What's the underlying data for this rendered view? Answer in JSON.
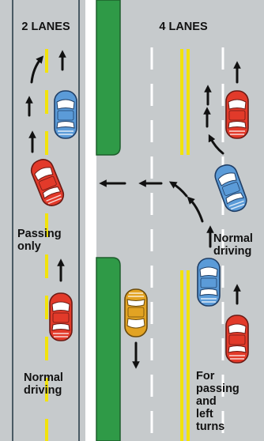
{
  "headings": {
    "two_lanes": "2 LANES",
    "four_lanes": "4 LANES"
  },
  "labels": {
    "passing_only": [
      "Passing",
      "only"
    ],
    "normal_driving_left": [
      "Normal",
      "driving"
    ],
    "normal_driving_right": [
      "Normal",
      "driving"
    ],
    "for_passing_and_left_turns": [
      "For",
      "passing",
      "and",
      "left",
      "turns"
    ]
  },
  "colors": {
    "road": "#c6cacc",
    "divider_strip": "#ffffff",
    "median": "#2f9a47",
    "edge_line": "#4a5a64",
    "lane_marking_white": "#ffffff",
    "lane_marking_yellow": "#f2e30c",
    "car_red": "#e23a2a",
    "car_blue": "#5b9bd8",
    "car_orange": "#e2a323",
    "arrow": "#111111"
  }
}
